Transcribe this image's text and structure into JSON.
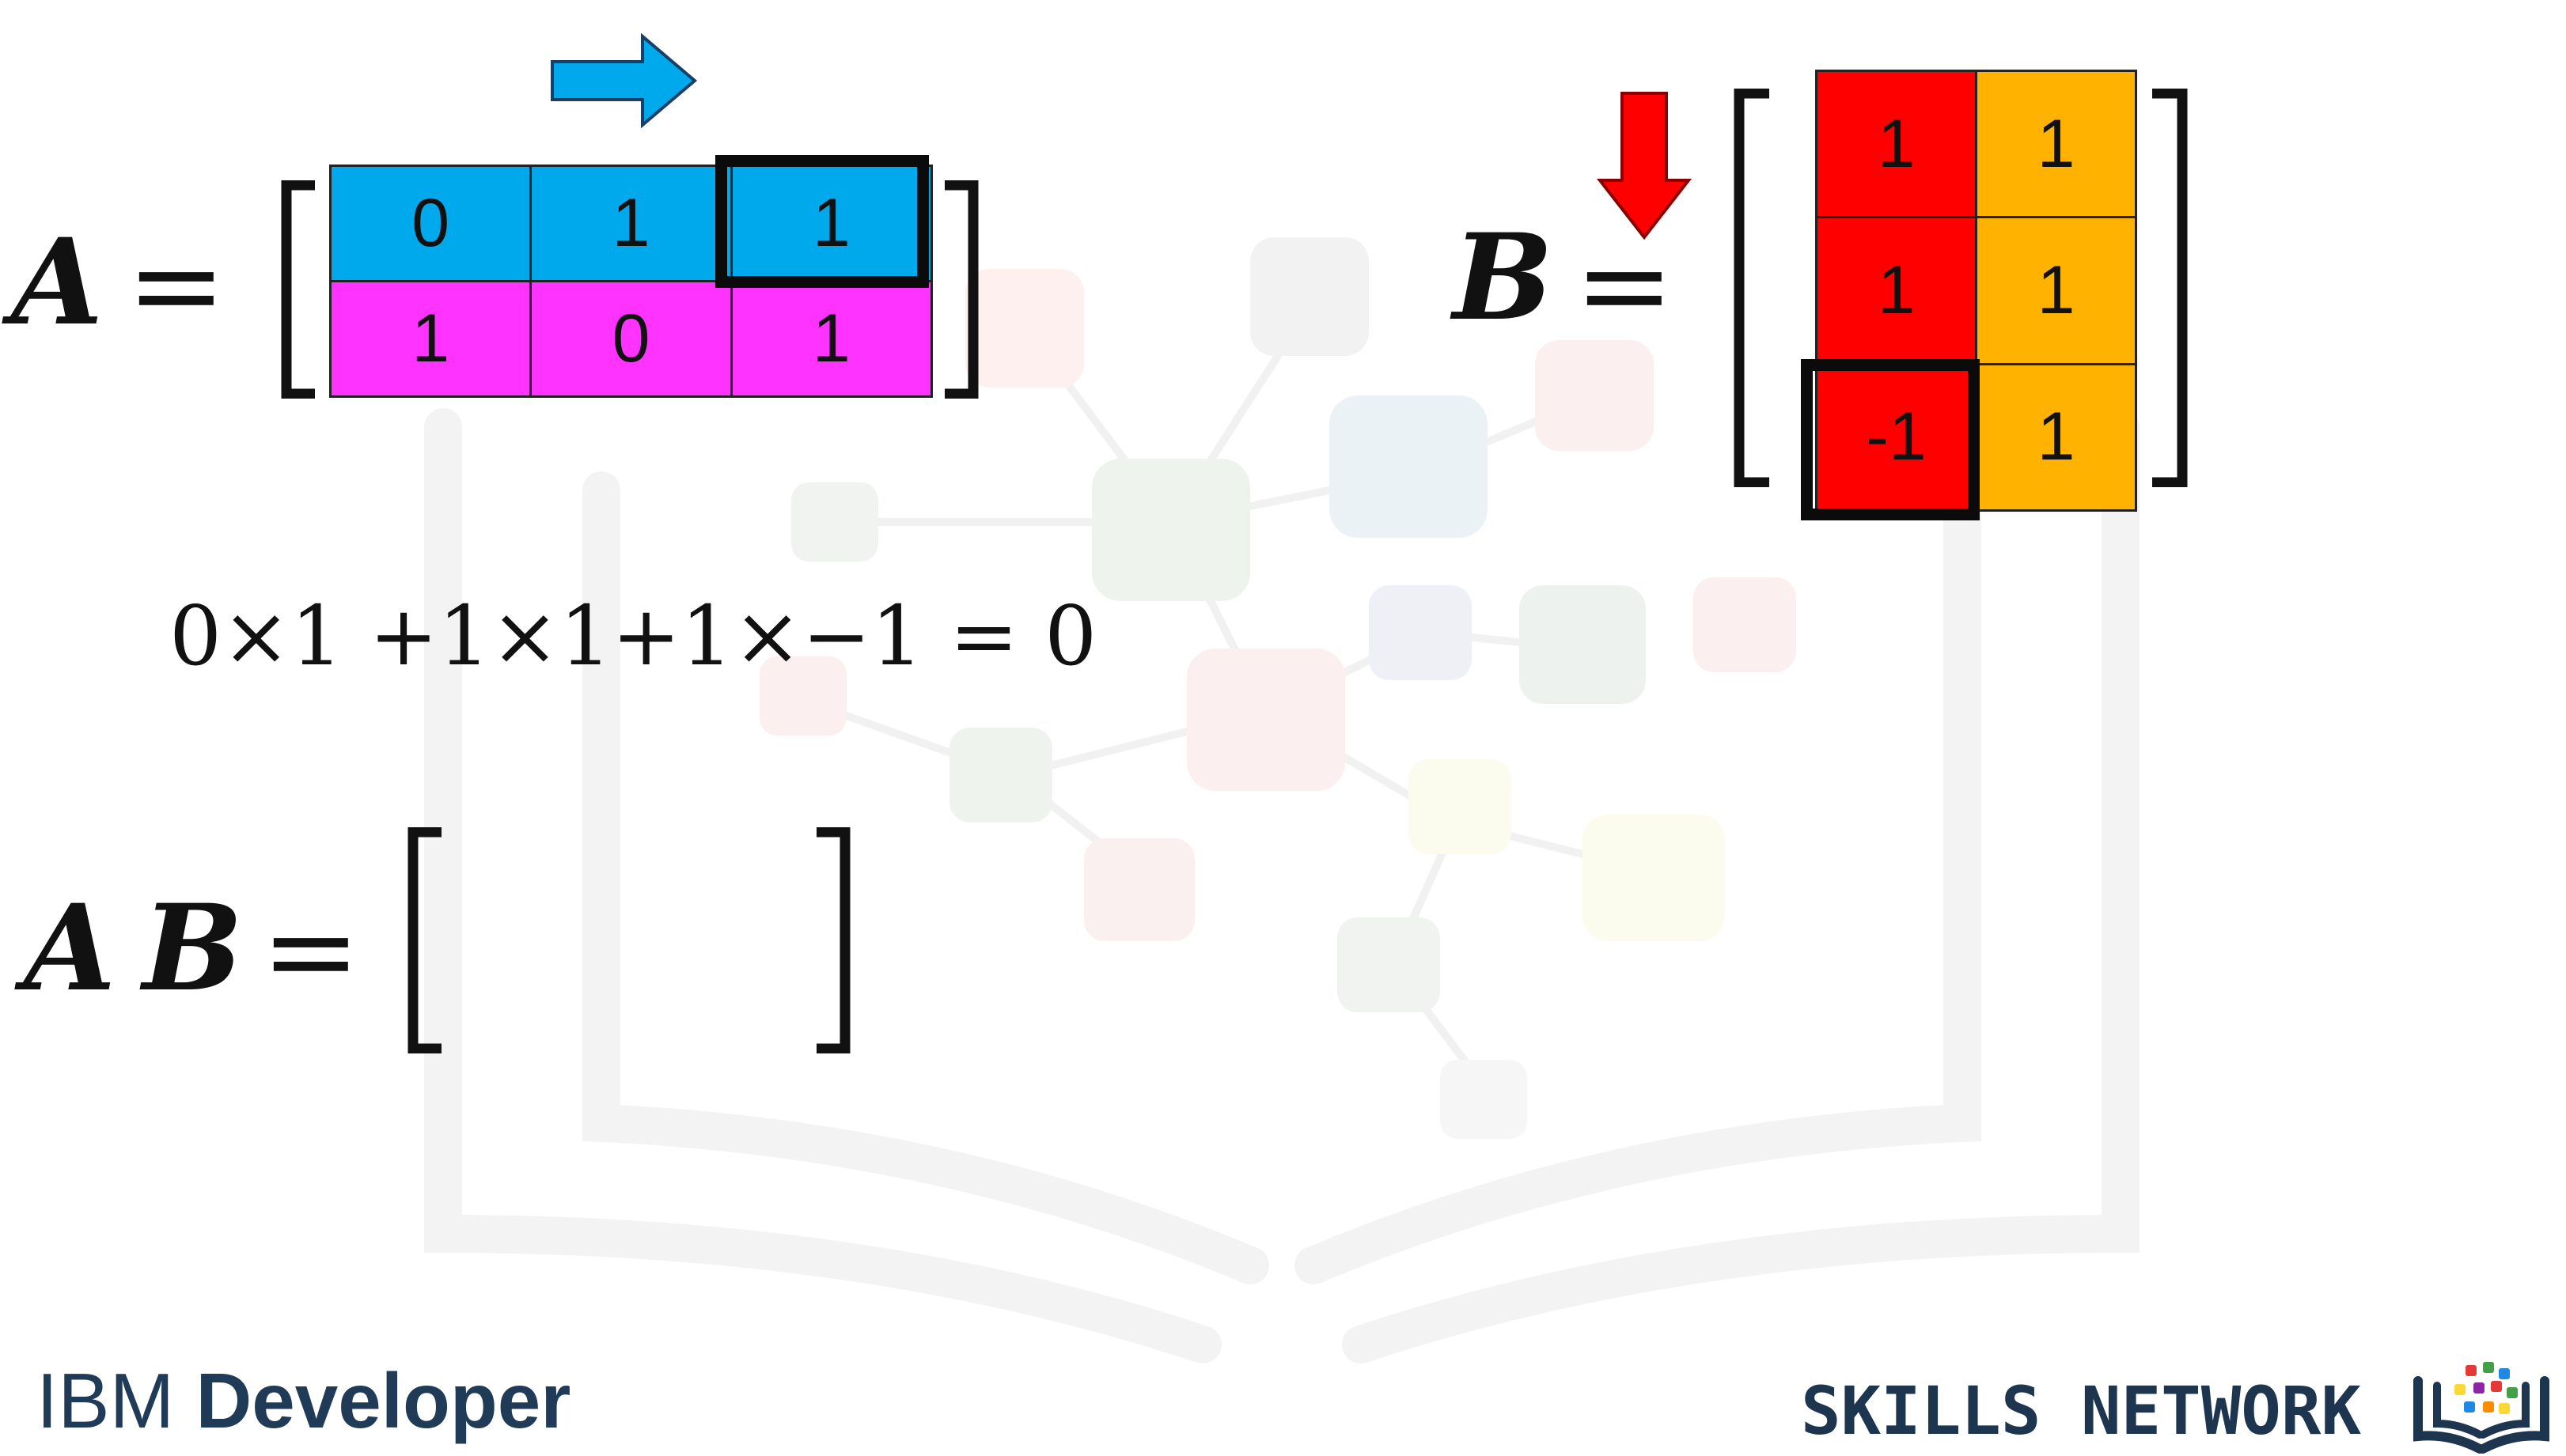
{
  "matrix_A": {
    "label": "A",
    "equals": "=",
    "rows": [
      [
        "0",
        "1",
        "1"
      ],
      [
        "1",
        "0",
        "1"
      ]
    ],
    "row_colors": [
      "#00a8ec",
      "#ff33ff"
    ]
  },
  "matrix_B": {
    "label": "B",
    "equals": "=",
    "rows": [
      [
        "1",
        "1"
      ],
      [
        "1",
        "1"
      ],
      [
        "-1",
        "1"
      ]
    ],
    "column_colors": [
      "#ff0000",
      "#ffb300"
    ]
  },
  "formula": "0×1 +1×1+1×−1 = 0",
  "result": {
    "label_a": "A",
    "label_b": "B",
    "equals": "="
  },
  "arrows": {
    "row_arrow_color": "#00a8ec",
    "column_arrow_color": "#ff0000"
  },
  "footer": {
    "brand_left_1": "IBM",
    "brand_left_2": "Developer",
    "brand_right": "SKILLS NETWORK"
  }
}
